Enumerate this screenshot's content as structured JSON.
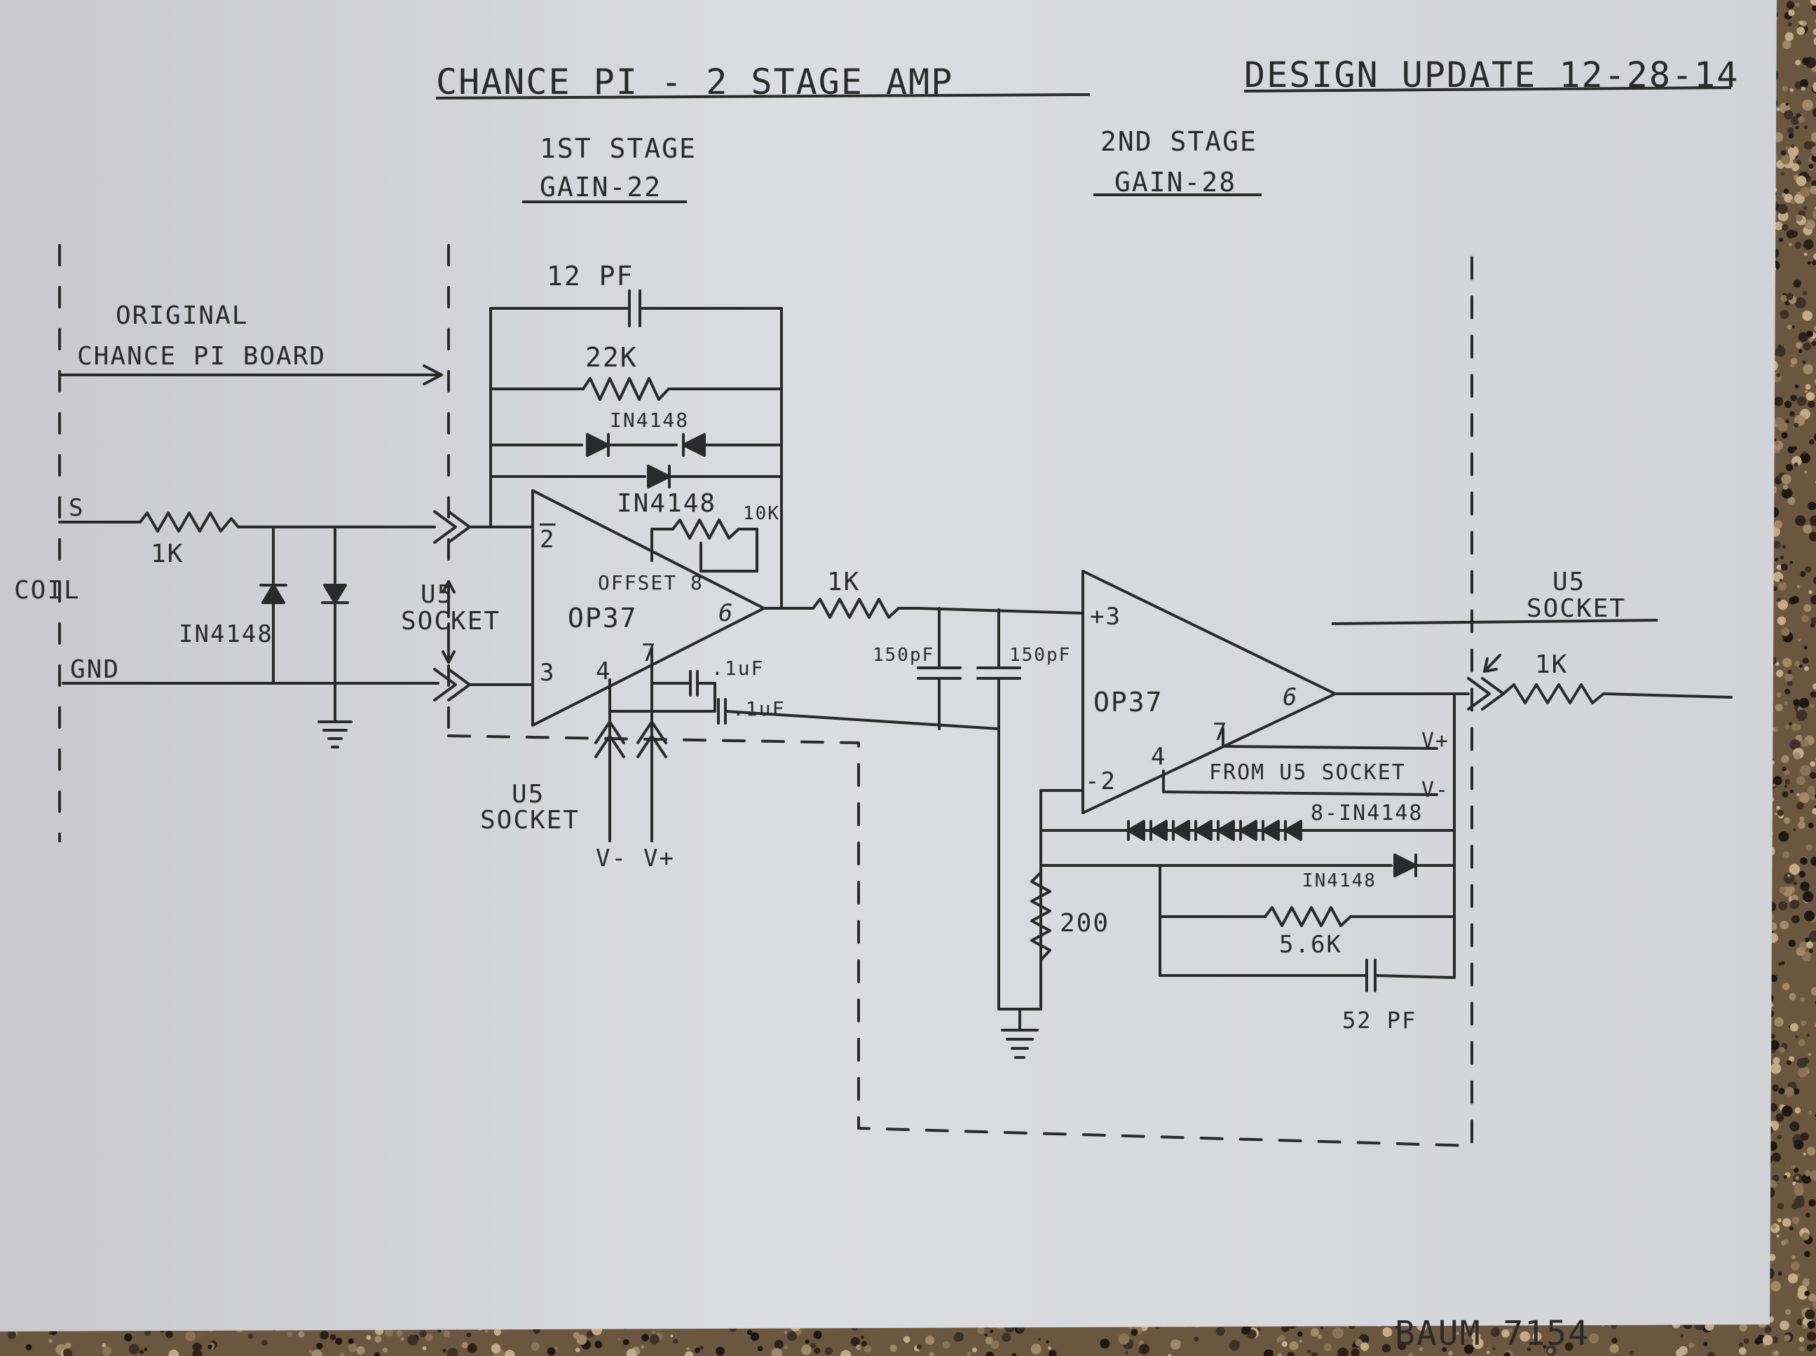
{
  "header": {
    "title": "CHANCE PI - 2 STAGE AMP",
    "update": "DESIGN UPDATE 12-28-14"
  },
  "stages": {
    "first_label": "1ST STAGE",
    "first_gain": "GAIN-22",
    "second_label": "2ND STAGE",
    "second_gain": "GAIN-28"
  },
  "board": {
    "line1": "ORIGINAL",
    "line2": "CHANCE PI BOARD"
  },
  "input": {
    "s": "S",
    "coil": "COIL",
    "gnd": "GND",
    "r_in": "1K",
    "diodes": "IN4148"
  },
  "stage1": {
    "c_fb": "12 PF",
    "r_fb": "22K",
    "d_fb_pair": "IN4148",
    "d_fb_single": "IN4148",
    "trim": "10K",
    "offset": "OFFSET 8",
    "opamp": "OP37",
    "pin2": "2",
    "pin3": "3",
    "pin4": "4",
    "pin6": "6",
    "pin7": "7",
    "cap_a": ".1uF",
    "cap_b": ".1uF",
    "socket_in_1": "U5",
    "socket_in_2": "SOCKET",
    "socket_bot_1": "U5",
    "socket_bot_2": "SOCKET",
    "vminus": "V-",
    "vplus": "V+"
  },
  "interstage": {
    "r": "1K",
    "c1": "150pF",
    "c2": "150pF"
  },
  "stage2": {
    "opamp": "OP37",
    "pin2": "-2",
    "pin3": "+3",
    "pin4": "4",
    "pin6": "6",
    "pin7": "7",
    "vplus": "V+",
    "vminus": "V-",
    "from_socket": "FROM U5 SOCKET",
    "diode_string": "8-IN4148",
    "diode_single": "IN4148",
    "r_fb": "5.6K",
    "c_fb": "52 PF",
    "r_gnd": "200"
  },
  "output": {
    "socket1": "U5",
    "socket2": "SOCKET",
    "r_out": "1K"
  },
  "footer": {
    "signature": "BAUM 7154"
  }
}
